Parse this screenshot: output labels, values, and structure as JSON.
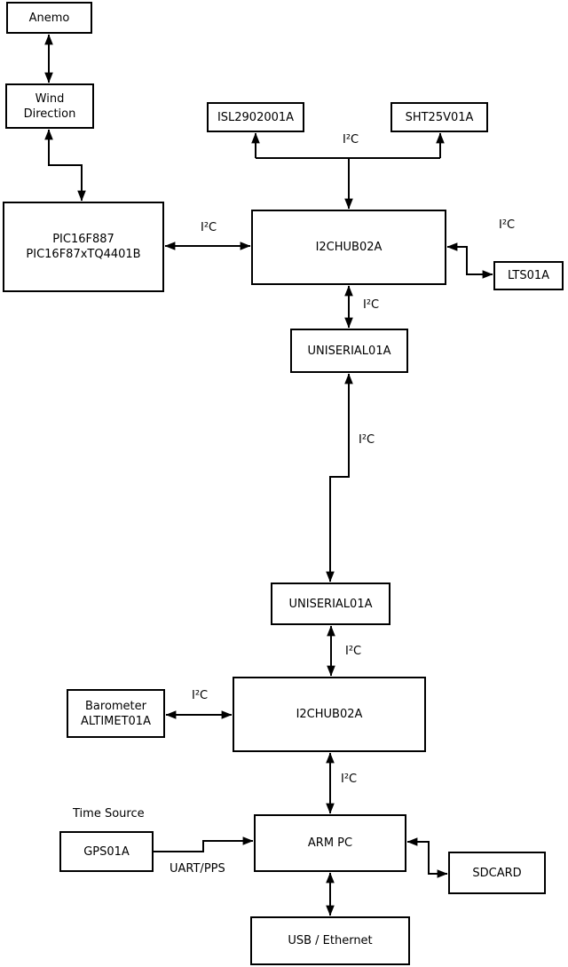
{
  "nodes": {
    "anemo": {
      "label": "Anemo"
    },
    "wind_direction": {
      "label": "Wind\nDirection"
    },
    "pic": {
      "label": "PIC16F887\nPIC16F87xTQ4401B"
    },
    "isl": {
      "label": "ISL2902001A"
    },
    "sht": {
      "label": "SHT25V01A"
    },
    "i2chub_top": {
      "label": "I2CHUB02A"
    },
    "lts": {
      "label": "LTS01A"
    },
    "uniserial_top": {
      "label": "UNISERIAL01A"
    },
    "uniserial_bottom": {
      "label": "UNISERIAL01A"
    },
    "i2chub_bottom": {
      "label": "I2CHUB02A"
    },
    "barometer": {
      "label": "Barometer\nALTIMET01A"
    },
    "gps": {
      "label": "GPS01A"
    },
    "arm_pc": {
      "label": "ARM PC"
    },
    "sdcard": {
      "label": "SDCARD"
    },
    "usb_ethernet": {
      "label": "USB / Ethernet"
    }
  },
  "edge_labels": {
    "sensors_i2c": "I²C",
    "pic_hub_i2c": "I²C",
    "hub_lts_i2c": "I²C",
    "hub_uniserial_i2c": "I²C",
    "uniserial_link_i2c": "I²C",
    "uniserial_hub2_i2c": "I²C",
    "baro_hub2_i2c": "I²C",
    "hub2_armpc_i2c": "I²C",
    "time_source": "Time Source",
    "uart_pps": "UART/PPS"
  },
  "colors": {
    "line": "#000000",
    "box_border": "#000000",
    "box_fill": "#ffffff",
    "text": "#000000",
    "background": "#ffffff"
  }
}
